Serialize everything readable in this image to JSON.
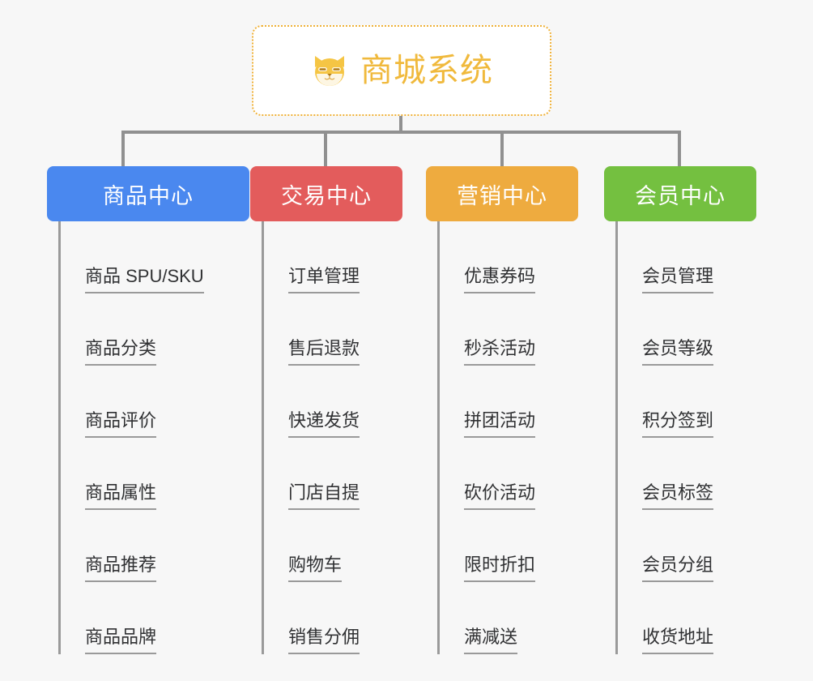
{
  "page": {
    "background_color": "#f7f7f7",
    "line_color": "#909090"
  },
  "root": {
    "title": "商城系统",
    "icon": "shiba-dog-face-icon",
    "text_color": "#f0b93c",
    "border_color": "#efb138",
    "background_color": "#ffffff"
  },
  "branches": [
    {
      "label": "商品中心",
      "color": "#4a88ef",
      "items": [
        "商品 SPU/SKU",
        "商品分类",
        "商品评价",
        "商品属性",
        "商品推荐",
        "商品品牌"
      ]
    },
    {
      "label": "交易中心",
      "color": "#e35c5c",
      "items": [
        "订单管理",
        "售后退款",
        "快递发货",
        "门店自提",
        "购物车",
        "销售分佣"
      ]
    },
    {
      "label": "营销中心",
      "color": "#eeab3f",
      "items": [
        "优惠券码",
        "秒杀活动",
        "拼团活动",
        "砍价活动",
        "限时折扣",
        "满减送"
      ]
    },
    {
      "label": "会员中心",
      "color": "#74c040",
      "items": [
        "会员管理",
        "会员等级",
        "积分签到",
        "会员标签",
        "会员分组",
        "收货地址"
      ]
    }
  ]
}
